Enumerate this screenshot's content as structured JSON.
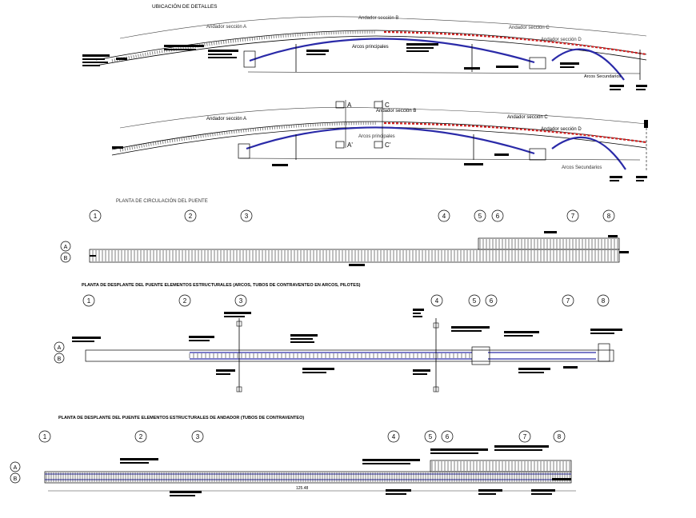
{
  "titles": {
    "ubicacion": "UBICACIÓN DE DETALLES",
    "planta_circulacion": "PLANTA DE CIRCULACIÓN DEL PUENTE",
    "planta_estructural": "PLANTA DE DESPLANTE DEL PUENTE ELEMENTOS ESTRUCTURALES  (ARCOS, TUBOS DE CONTRAVENTEO EN ARCOS, PILOTES)",
    "planta_andador": "PLANTA DE DESPLANTE DEL PUENTE ELEMENTOS ESTRUCTURALES  DE ANDADOR (TUBOS DE CONTRAVENTEO)"
  },
  "elevation1": {
    "andador_a": "Andador sección A",
    "andador_b": "Andador sección B",
    "andador_c": "Andador sección C",
    "andador_d": "Andador sección D",
    "arcos_principales": "Arcos principales",
    "arcos_secundarios": "Arcos Secundarios"
  },
  "elevation2": {
    "andador_a": "Andador sección A",
    "andador_b": "Andador sección B",
    "andador_c": "Andador sección C",
    "andador_d": "Andador sección D",
    "arcos_principales": "Arcos principales",
    "arcos_secundarios": "Arcos Secundarios",
    "cut_a": "A",
    "cut_a_prime": "A'",
    "cut_c": "C",
    "cut_c_prime": "C'"
  },
  "axes": {
    "numbers": [
      "1",
      "2",
      "3",
      "4",
      "5",
      "6",
      "7",
      "8"
    ],
    "letters": [
      "A",
      "B"
    ]
  },
  "dimension": "125.48",
  "colors": {
    "arch": "#2a2aa8",
    "rail": "#d02020",
    "line": "#000000"
  }
}
